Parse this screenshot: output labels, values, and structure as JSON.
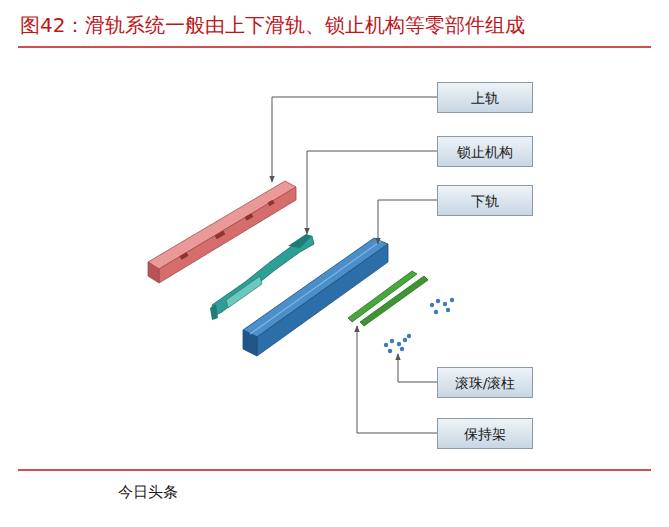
{
  "diagram": {
    "title": "图42：滑轨系统一般由上下滑轨、锁止机构等零部件组成",
    "nodes": [
      {
        "text": [
          "上轨"
        ]
      },
      {
        "text": [
          "锁止机构"
        ]
      },
      {
        "text": [
          "下轨"
        ]
      },
      {
        "text": [
          "滚珠/滚柱"
        ]
      },
      {
        "text": [
          "保持架"
        ]
      }
    ],
    "labels": [
      "今日头条"
    ]
  }
}
